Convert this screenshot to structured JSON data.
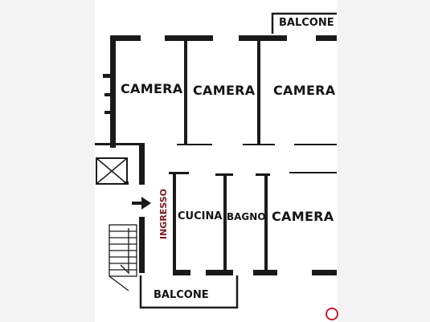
{
  "rooms": {
    "camera_top_left": "CAMERA",
    "camera_top_mid": "CAMERA",
    "camera_top_right": "CAMERA",
    "cucina": "CUCINA",
    "bagno": "BAGNO",
    "camera_bottom_right": "CAMERA",
    "ingresso": "INGRESSO",
    "balcone_top": "BALCONE",
    "balcone_bottom": "BALCONE"
  },
  "colors": {
    "wall": "#1a1a1a",
    "page": "#ffffff",
    "margin": "#f3f3f3",
    "accent": "#c8202a"
  },
  "icons": [
    "entrance-arrow-icon",
    "stairs-icon",
    "elevator-shaft-icon",
    "logo-icon"
  ]
}
